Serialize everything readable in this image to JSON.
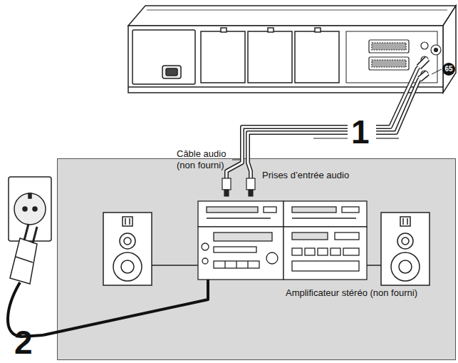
{
  "diagram": {
    "nodes": [
      {
        "text": [
          "Amplificateur stéréo (non fourni)"
        ]
      }
    ],
    "edges": [],
    "labels": [
      "65",
      "1",
      "Câble audio (non fourni)",
      "Prises d’entrée audio",
      "2"
    ]
  }
}
